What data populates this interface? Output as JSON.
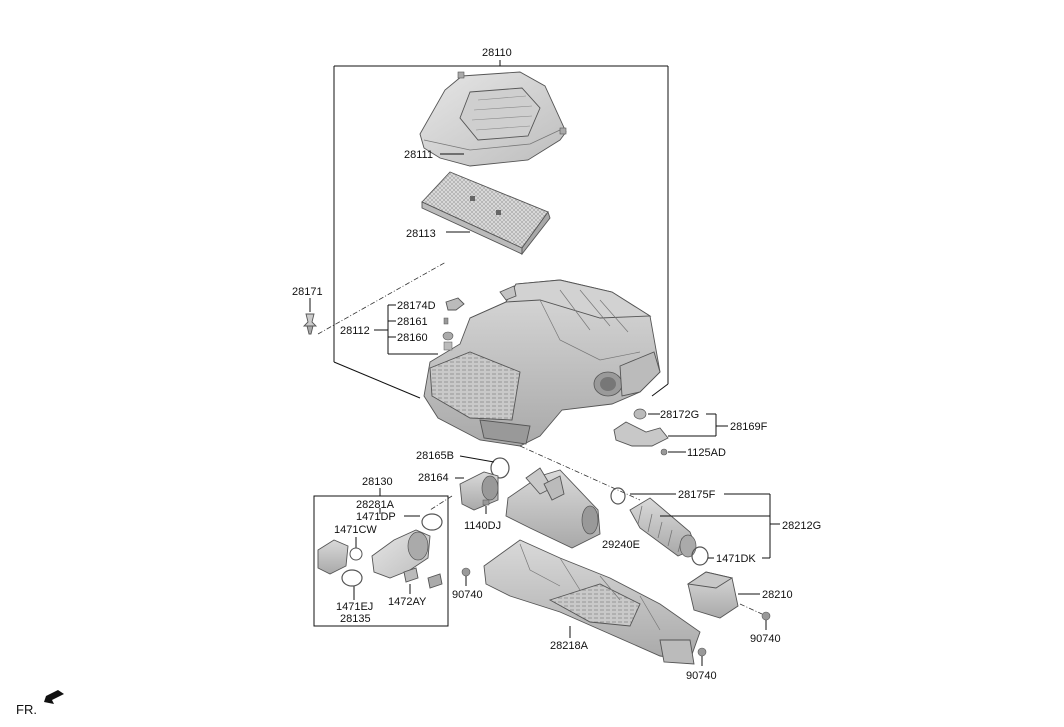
{
  "diagram": {
    "labels": {
      "air_cleaner_assy": "28110",
      "cover": "28111",
      "filter_element": "28113",
      "clip_28171": "28171",
      "body_28112": "28112",
      "bracket_28174D": "28174D",
      "pin_28161": "28161",
      "grommet_28160": "28160",
      "grommet_28172G": "28172G",
      "bracket_28169F": "28169F",
      "bolt_1125AD": "1125AD",
      "gasket_28165B": "28165B",
      "sensor_28164": "28164",
      "screw_1140DJ": "1140DJ",
      "assy_28130": "28130",
      "clamp_28281A": "28281A",
      "clamp_1471DP": "1471DP",
      "clamp_1471CW": "1471CW",
      "clamp_1471EJ": "1471EJ",
      "hose_28135": "28135",
      "clip_1472AY": "1472AY",
      "bolt_90740_left": "90740",
      "duct_29240E": "29240E",
      "clamp_28175F": "28175F",
      "hose_assy_28212G": "28212G",
      "clamp_1471DK": "1471DK",
      "resonator_28210": "28210",
      "bolt_90740_right": "90740",
      "duct_28218A": "28218A",
      "bolt_90740_bottom": "90740"
    },
    "front_indicator": "FR."
  }
}
